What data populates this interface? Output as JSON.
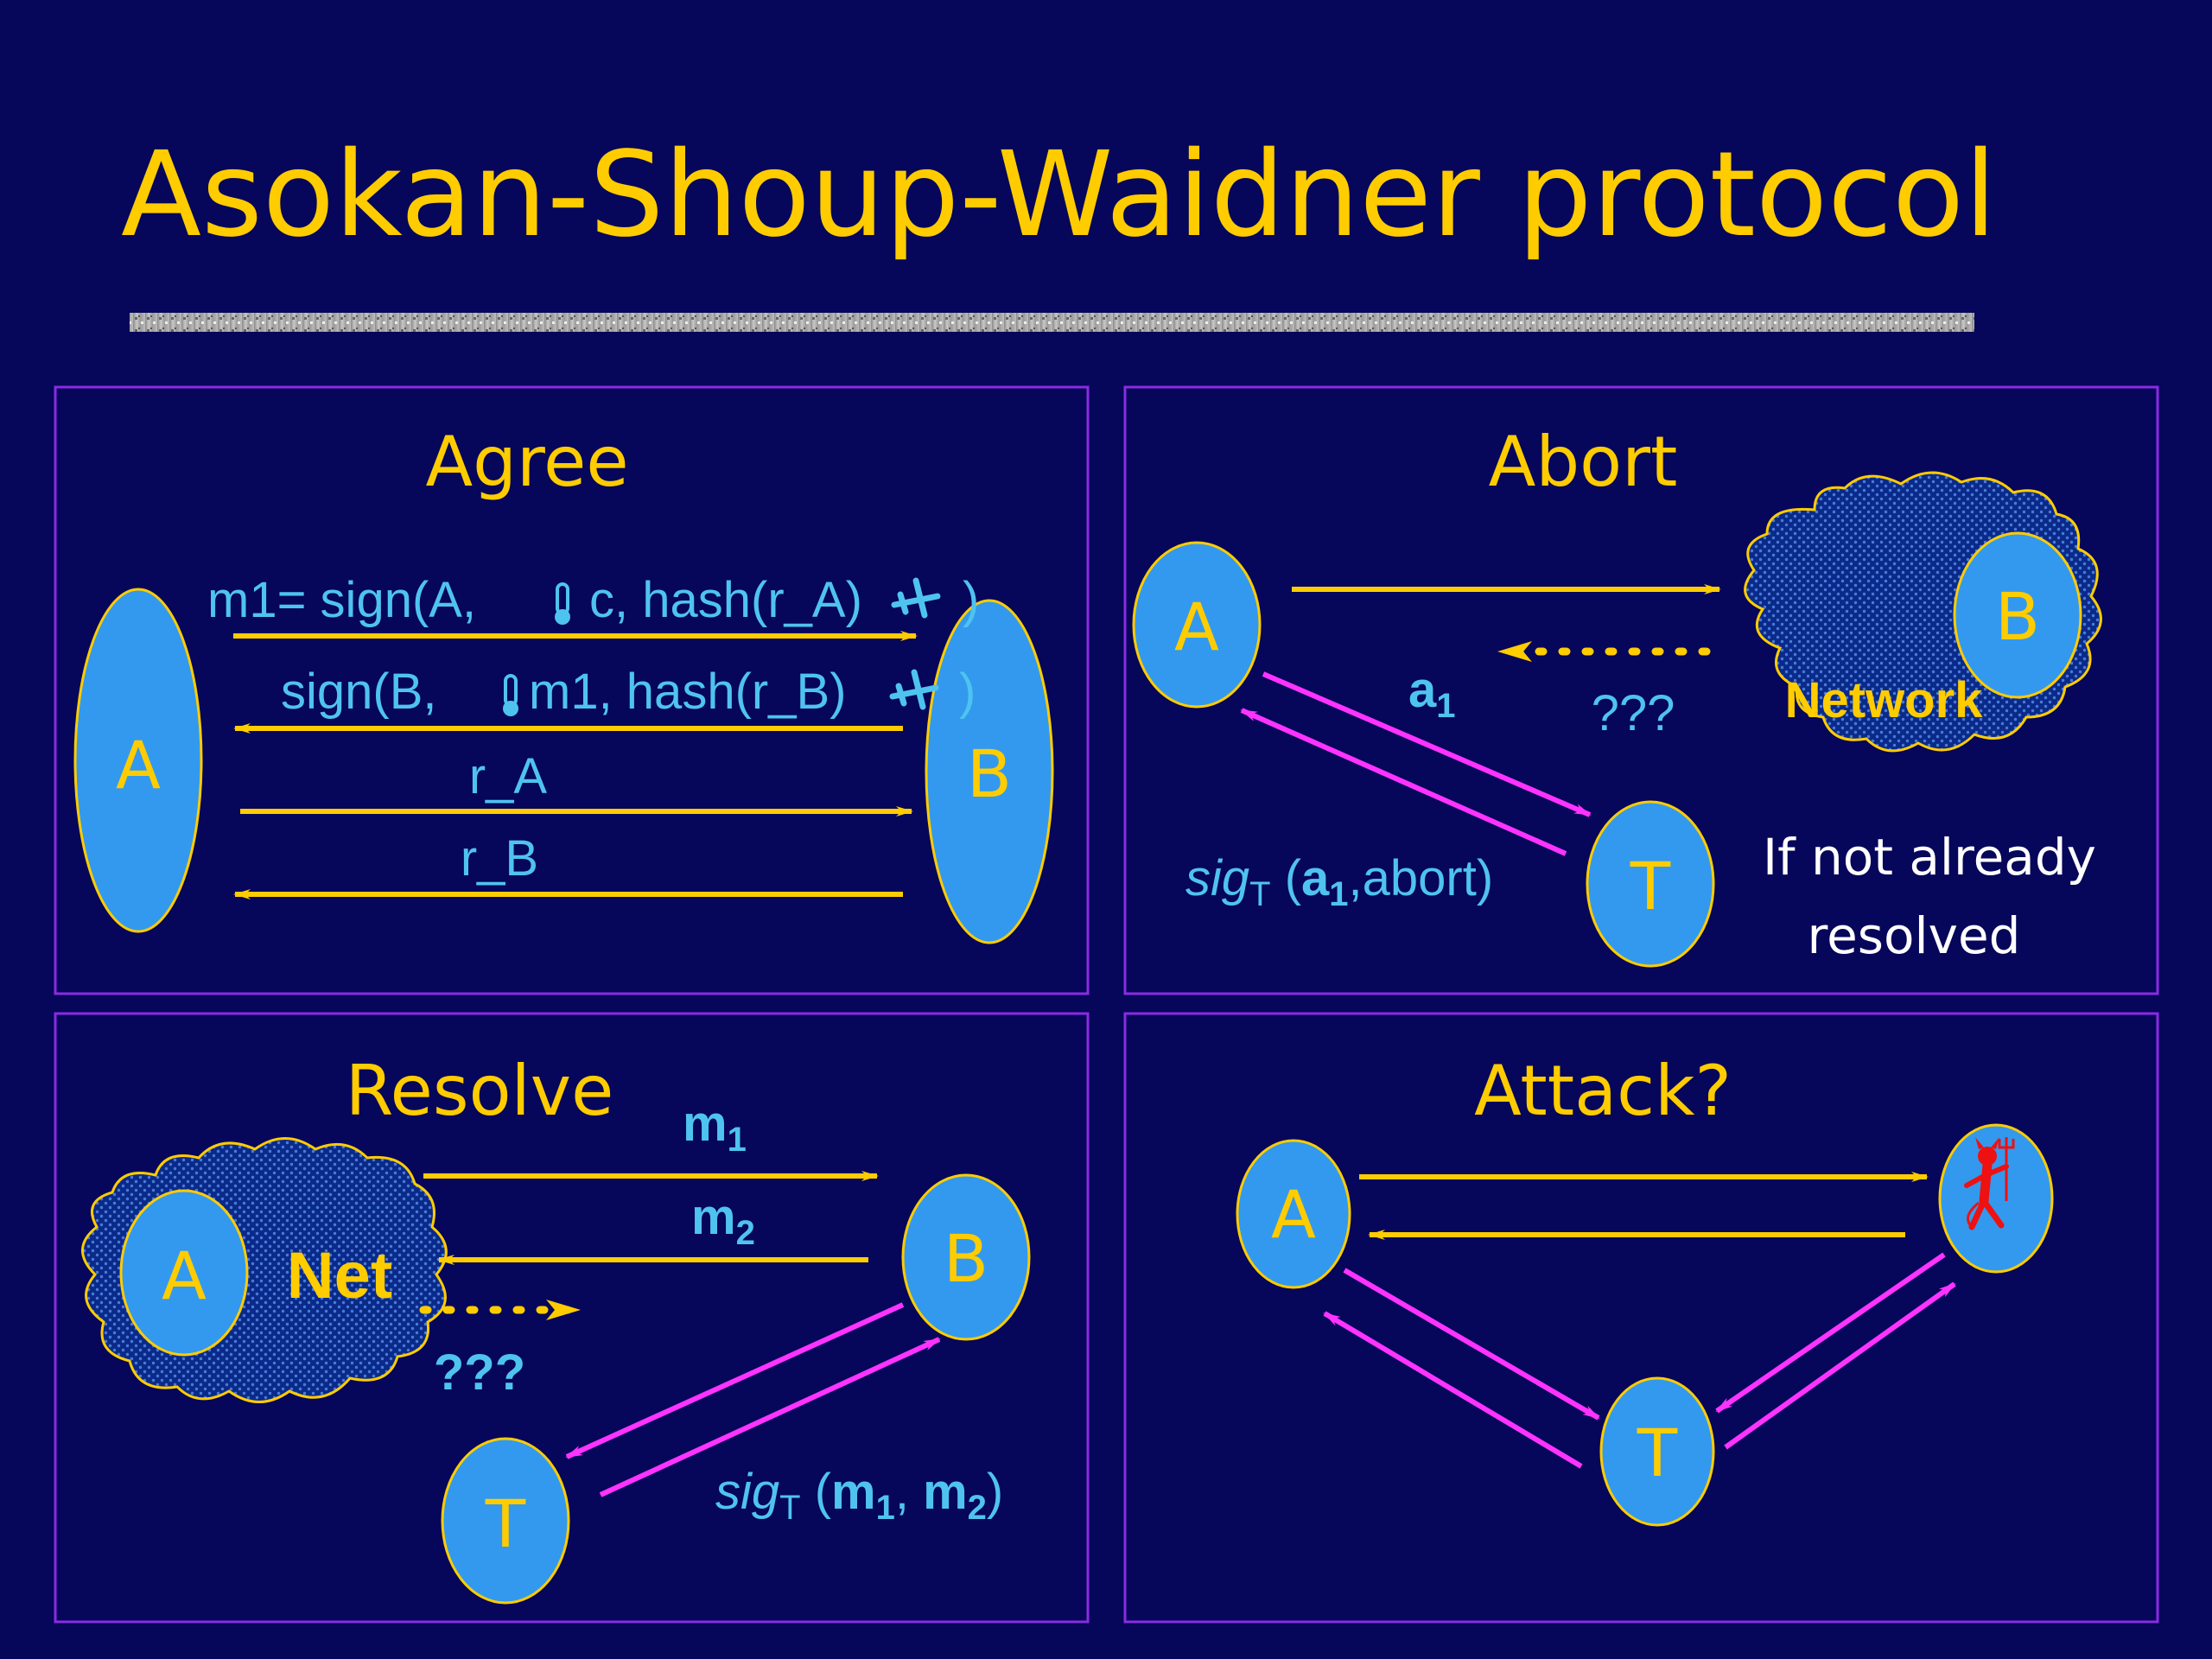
{
  "title": "Asokan-Shoup-Waidner protocol",
  "colors": {
    "background": "#06065a",
    "accent": "#ffcc00",
    "node_fill": "#3399ee",
    "message_text": "#4fc3ef",
    "magenta": "#ff33ff",
    "panel_border": "#8a2be2"
  },
  "agree": {
    "title": "Agree",
    "node_a": "A",
    "node_b": "B",
    "msg1": {
      "pre": "m1= sign(A, ",
      "post": " c, hash(r_A)",
      "close": ")"
    },
    "msg2": {
      "pre": "sign(B, ",
      "post": " m1, hash(r_B)",
      "close": ")"
    },
    "msg3": "r_A",
    "msg4": "r_B",
    "icons": [
      "thermometer-icon",
      "airplane-icon"
    ]
  },
  "abort": {
    "title": "Abort",
    "node_a": "A",
    "node_b": "B",
    "node_t": "T",
    "network": "Network",
    "unknown": "???",
    "a1": "a",
    "a1_sub": "1",
    "sig": "sig",
    "sig_sub": "T",
    "sig_open": " (",
    "sig_arg": "a",
    "sig_arg_sub": "1",
    "sig_rest": ",abort)",
    "note_line1": "If not already",
    "note_line2": "resolved"
  },
  "resolve": {
    "title": "Resolve",
    "node_a": "A",
    "node_b": "B",
    "node_t": "T",
    "net": "Net",
    "unknown": "???",
    "m1": "m",
    "m1_sub": "1",
    "m2": "m",
    "m2_sub": "2",
    "sig": "sig",
    "sig_sub": "T",
    "sig_open": " (",
    "sig_m1": "m",
    "sig_m1_sub": "1",
    "sig_comma": ", ",
    "sig_m2": "m",
    "sig_m2_sub": "2",
    "sig_close": ")"
  },
  "attack": {
    "title": "Attack?",
    "node_a": "A",
    "node_t": "T",
    "attacker_icon": "devil-icon"
  }
}
